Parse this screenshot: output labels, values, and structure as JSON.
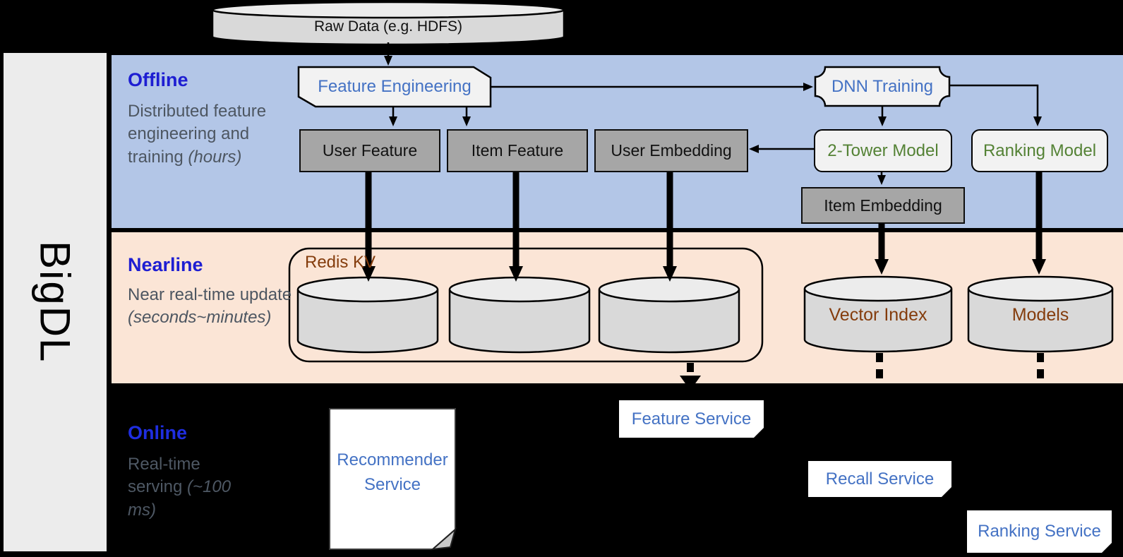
{
  "brand": {
    "name": "BigDL"
  },
  "source": {
    "label": "Raw Data (e.g. HDFS)"
  },
  "offline": {
    "title": "Offline",
    "description": "Distributed feature engineering and training",
    "description_note": "(hours)",
    "nodes": {
      "feature_engineering": "Feature Engineering",
      "dnn_training": "DNN Training",
      "user_feature": "User Feature",
      "item_feature": "Item Feature",
      "user_embedding": "User Embedding",
      "two_tower_model": "2-Tower Model",
      "ranking_model": "Ranking Model",
      "item_embedding": "Item Embedding"
    }
  },
  "nearline": {
    "title": "Nearline",
    "description": "Near real-time update",
    "description_note": "(seconds~minutes)",
    "redis_label": "Redis KV",
    "stores": {
      "vector_index": "Vector Index",
      "models": "Models"
    }
  },
  "online": {
    "title": "Online",
    "description": "Real-time serving",
    "description_note": "(~100 ms)",
    "services": {
      "recommender": "Recommender Service",
      "feature": "Feature Service",
      "recall": "Recall Service",
      "ranking": "Ranking Service"
    }
  },
  "colors": {
    "background": "#000000",
    "sidebar": "#ececec",
    "offline_band": "#b3c6e7",
    "nearline_band": "#fbe5d6",
    "heading_blue": "#1e1ed2",
    "node_text_blue": "#4472c4",
    "node_text_green": "#548235",
    "storage_text_brown": "#843c0c",
    "gray_box": "#a6a6a6",
    "light_shape": "#f2f2f2",
    "cylinder_fill": "#d9d9d9",
    "description_gray": "#4d5661"
  }
}
